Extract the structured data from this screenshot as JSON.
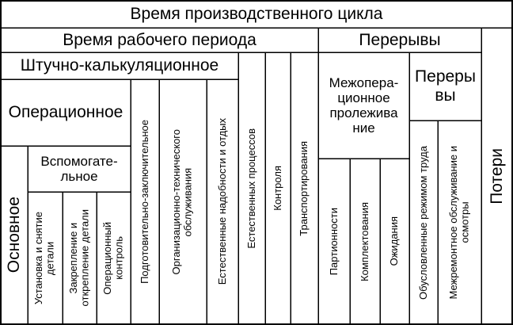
{
  "diagram": {
    "title": "Время производственного цикла",
    "working_period": "Время рабочего периода",
    "breaks": "Перерывы",
    "piece_calc": "Штучно-калькуляционное",
    "operational": "Операционное",
    "main": "Основное",
    "auxiliary": "Вспомогательное",
    "auxiliary_line1": "Вспомогате-",
    "auxiliary_line2": "льное",
    "install_remove": "Установка и снятие детали",
    "install_remove_line1": "Установка и снятие",
    "install_remove_line2": "детали",
    "fix_unfix": "Закрепление и открепление детали",
    "fix_unfix_line1": "Закрепление и",
    "fix_unfix_line2": "открепление детали",
    "op_control": "Операционный контроль",
    "op_control_line1": "Операционный",
    "op_control_line2": "контроль",
    "prep_final": "Подготовительно-заключительное",
    "org_tech": "Организационно-технического обслуживания",
    "org_tech_line1": "Организационно-технического",
    "org_tech_line2": "обслуживания",
    "natural_needs": "Естественные надобности и отдых",
    "natural_processes": "Естественных процессов",
    "control": "Контроля",
    "transport": "Транспортирования",
    "interop": "Межоперационное пролеживание",
    "interop_line1": "Межопера-",
    "interop_line2": "ционное",
    "interop_line3": "пролежива",
    "interop_line4": "ние",
    "batching": "Партионности",
    "completing": "Комплектования",
    "waiting": "Ожидания",
    "breaks2": "Перерывы",
    "breaks2_line1": "Переры",
    "breaks2_line2": "вы",
    "work_mode": "Обусловленные режимом труда",
    "interrepair": "Межремонтное обслуживание и осмотры",
    "interrepair_line1": "Межремонтное обслуживание и",
    "interrepair_line2": "осмотры",
    "losses": "Потери"
  }
}
